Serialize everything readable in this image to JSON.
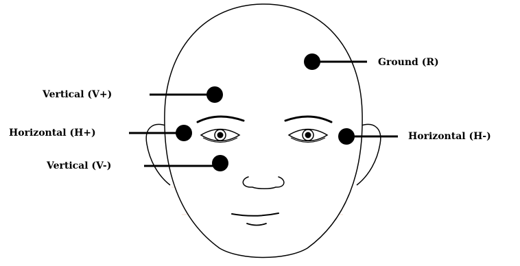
{
  "diagram": {
    "electrodes": [
      {
        "id": "ground",
        "label": "Ground (R)"
      },
      {
        "id": "vertical-plus",
        "label": "Vertical (V+)"
      },
      {
        "id": "horizontal-plus",
        "label": "Horizontal (H+)"
      },
      {
        "id": "horizontal-minus",
        "label": "Horizontal (H-)"
      },
      {
        "id": "vertical-minus",
        "label": "Vertical (V-)"
      }
    ],
    "colors": {
      "outline": "#000000",
      "electrode": "#000000",
      "guide_lines": "#f3ddd2",
      "background": "#ffffff"
    }
  }
}
